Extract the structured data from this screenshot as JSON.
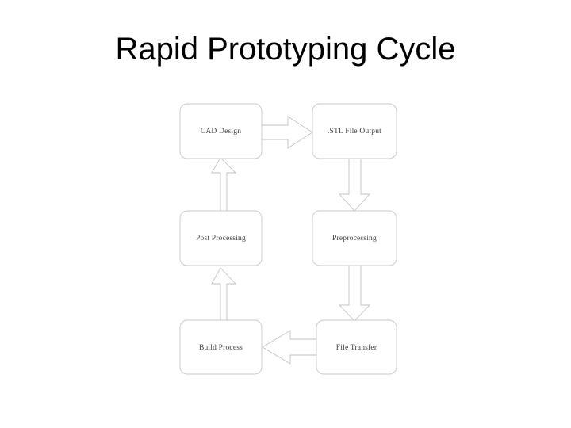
{
  "slide": {
    "title": "Rapid Prototyping Cycle",
    "background_color": "#ffffff",
    "title_color": "#000000"
  },
  "diagram": {
    "type": "cycle-flowchart",
    "box_fill": "#ffffff",
    "box_stroke": "#c8c8c8",
    "arrow_fill": "#ffffff",
    "arrow_stroke": "#c2c2c2",
    "label_color": "#3f3f3f",
    "nodes": [
      {
        "id": "cad-design",
        "label": "CAD Design",
        "row": 1,
        "col": 1
      },
      {
        "id": "stl-file-output",
        "label": ".STL File Output",
        "row": 1,
        "col": 2
      },
      {
        "id": "post-processing",
        "label": "Post Processing",
        "row": 2,
        "col": 1
      },
      {
        "id": "preprocessing",
        "label": "Preprocessing",
        "row": 2,
        "col": 2
      },
      {
        "id": "build-process",
        "label": "Build Process",
        "row": 3,
        "col": 1
      },
      {
        "id": "file-transfer",
        "label": "File Transfer",
        "row": 3,
        "col": 2
      }
    ],
    "arrows": [
      {
        "id": "cad-to-stl",
        "from": "cad-design",
        "to": "stl-file-output",
        "direction": "right"
      },
      {
        "id": "stl-to-preprocessing",
        "from": "stl-file-output",
        "to": "preprocessing",
        "direction": "down"
      },
      {
        "id": "preprocessing-to-file-transfer",
        "from": "preprocessing",
        "to": "file-transfer",
        "direction": "down"
      },
      {
        "id": "file-transfer-to-build",
        "from": "file-transfer",
        "to": "build-process",
        "direction": "left"
      },
      {
        "id": "build-to-post",
        "from": "build-process",
        "to": "post-processing",
        "direction": "up"
      },
      {
        "id": "post-to-cad",
        "from": "post-processing",
        "to": "cad-design",
        "direction": "up"
      }
    ]
  }
}
